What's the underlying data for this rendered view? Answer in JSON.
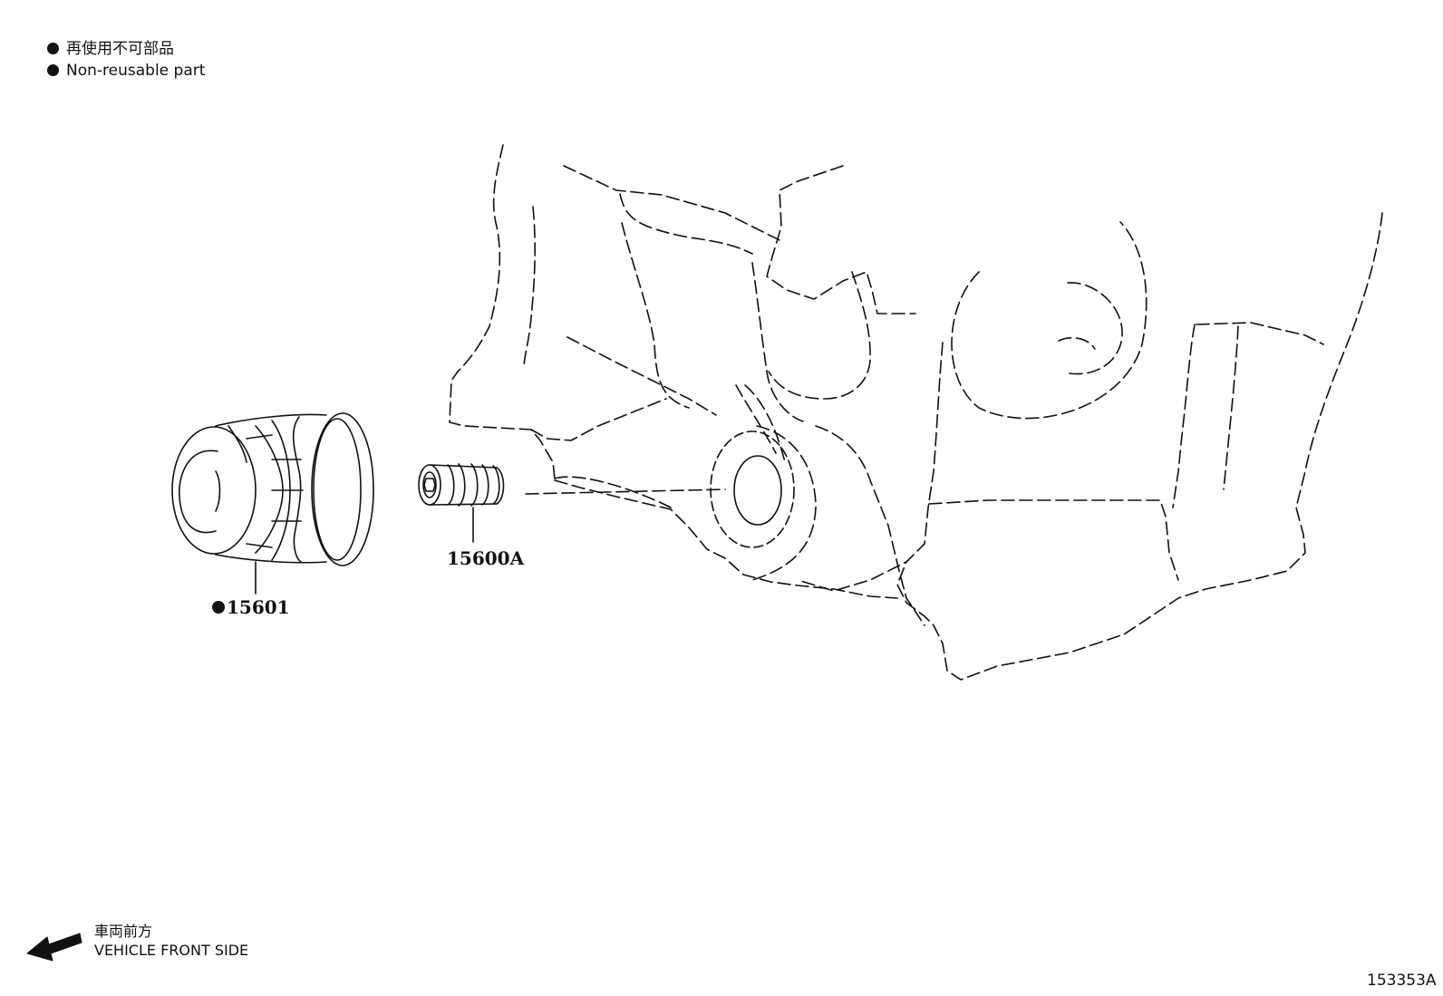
{
  "legend": {
    "items": [
      {
        "text_jp": "再使用不可部品"
      },
      {
        "text_en": "Non-reusable part"
      }
    ]
  },
  "parts": [
    {
      "number": "15601",
      "non_reusable": true,
      "name": "oil-filter"
    },
    {
      "number": "15600A",
      "non_reusable": false,
      "name": "oil-filter-union"
    }
  ],
  "front_indicator": {
    "text_jp": "車両前方",
    "text_en": "VEHICLE FRONT SIDE"
  },
  "figure_id": "153353A",
  "colors": {
    "ink": "#111111",
    "background": "#ffffff"
  }
}
